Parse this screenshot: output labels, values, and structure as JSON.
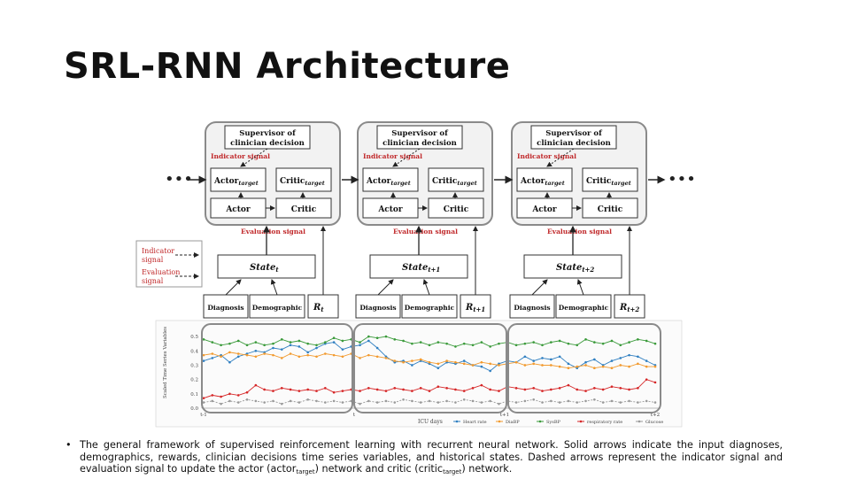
{
  "slide": {
    "title": "SRL-RNN Architecture"
  },
  "figure": {
    "blocks": [
      {
        "supervisor": "Supervisor of",
        "supervisor2": "clinician decision",
        "indicator": "Indicator signal",
        "actor_target": "Actor",
        "critic_target": "Critic",
        "target_sub": "target",
        "actor": "Actor",
        "critic": "Critic",
        "evaluation": "Evaluation signal",
        "state": "State",
        "state_sub": "t",
        "diagnosis": "Diagnosis",
        "demographic": "Demographic",
        "reward": "R",
        "reward_sub": "t"
      },
      {
        "supervisor": "Supervisor of",
        "supervisor2": "clinician decision",
        "indicator": "Indicator signal",
        "actor_target": "Actor",
        "critic_target": "Critic",
        "target_sub": "target",
        "actor": "Actor",
        "critic": "Critic",
        "evaluation": "Evaluation signal",
        "state": "State",
        "state_sub": "t+1",
        "diagnosis": "Diagnosis",
        "demographic": "Demographic",
        "reward": "R",
        "reward_sub": "t+1"
      },
      {
        "supervisor": "Supervisor of",
        "supervisor2": "clinician decision",
        "indicator": "Indicator signal",
        "actor_target": "Actor",
        "critic_target": "Critic",
        "target_sub": "target",
        "actor": "Actor",
        "critic": "Critic",
        "evaluation": "Evaluation signal",
        "state": "State",
        "state_sub": "t+2",
        "diagnosis": "Diagnosis",
        "demographic": "Demographic",
        "reward": "R",
        "reward_sub": "t+2"
      }
    ],
    "legend_box": {
      "indicator_1": "Indicator",
      "indicator_2": "signal",
      "evaluation_1": "Evaluation",
      "evaluation_2": "signal"
    },
    "colors": {
      "signal_red": "#c0282a",
      "block_border": "#8a8a8a",
      "block_fill": "#f2f2f2",
      "heart_rate": "#2f7fc1",
      "diabp": "#f29a2e",
      "sysbp": "#3a9a3a",
      "respiratory_rate": "#d62728",
      "glucose": "#9a9a9a"
    }
  },
  "chart_data": {
    "type": "line",
    "ylabel": "Scaled Time Series Variables",
    "xlabel": "ICU days",
    "ylim": [
      0.0,
      0.55
    ],
    "y_ticks": [
      "0.0",
      "0.1",
      "0.2",
      "0.3",
      "0.4",
      "0.5"
    ],
    "x_ticks": [
      "t-1",
      "t",
      "t+1",
      "t+2"
    ],
    "grid": false,
    "legend_position": "bottom-right",
    "series": [
      {
        "name": "Heart rate",
        "values": [
          0.33,
          0.35,
          0.37,
          0.32,
          0.36,
          0.38,
          0.4,
          0.39,
          0.42,
          0.41,
          0.44,
          0.43,
          0.39,
          0.42,
          0.45,
          0.46,
          0.41,
          0.43,
          0.44,
          0.47,
          0.42,
          0.36,
          0.32,
          0.33,
          0.3,
          0.33,
          0.31,
          0.28,
          0.32,
          0.31,
          0.33,
          0.3,
          0.29,
          0.26,
          0.31,
          0.33,
          0.32,
          0.36,
          0.33,
          0.35,
          0.34,
          0.36,
          0.31,
          0.28,
          0.32,
          0.34,
          0.3,
          0.33,
          0.35,
          0.37,
          0.36,
          0.33,
          0.3
        ]
      },
      {
        "name": "DiaBP",
        "values": [
          0.37,
          0.38,
          0.36,
          0.39,
          0.38,
          0.37,
          0.36,
          0.38,
          0.37,
          0.35,
          0.38,
          0.36,
          0.37,
          0.36,
          0.38,
          0.37,
          0.36,
          0.38,
          0.35,
          0.37,
          0.36,
          0.35,
          0.33,
          0.32,
          0.33,
          0.34,
          0.32,
          0.31,
          0.33,
          0.32,
          0.31,
          0.3,
          0.32,
          0.31,
          0.3,
          0.31,
          0.32,
          0.3,
          0.31,
          0.3,
          0.3,
          0.29,
          0.28,
          0.29,
          0.3,
          0.28,
          0.29,
          0.28,
          0.3,
          0.29,
          0.31,
          0.29,
          0.29
        ]
      },
      {
        "name": "SysBP",
        "values": [
          0.48,
          0.46,
          0.44,
          0.45,
          0.47,
          0.44,
          0.46,
          0.44,
          0.45,
          0.48,
          0.46,
          0.47,
          0.45,
          0.44,
          0.46,
          0.49,
          0.47,
          0.48,
          0.46,
          0.5,
          0.49,
          0.5,
          0.48,
          0.47,
          0.45,
          0.46,
          0.44,
          0.46,
          0.45,
          0.43,
          0.45,
          0.44,
          0.46,
          0.43,
          0.45,
          0.46,
          0.44,
          0.45,
          0.46,
          0.44,
          0.46,
          0.47,
          0.45,
          0.44,
          0.48,
          0.46,
          0.45,
          0.47,
          0.44,
          0.46,
          0.48,
          0.47,
          0.45
        ]
      },
      {
        "name": "respiratory rate",
        "values": [
          0.07,
          0.09,
          0.08,
          0.1,
          0.09,
          0.11,
          0.16,
          0.13,
          0.12,
          0.14,
          0.13,
          0.12,
          0.13,
          0.12,
          0.14,
          0.11,
          0.12,
          0.13,
          0.12,
          0.14,
          0.13,
          0.12,
          0.14,
          0.13,
          0.12,
          0.14,
          0.12,
          0.15,
          0.14,
          0.13,
          0.12,
          0.14,
          0.16,
          0.13,
          0.12,
          0.15,
          0.14,
          0.13,
          0.14,
          0.12,
          0.13,
          0.14,
          0.16,
          0.13,
          0.12,
          0.14,
          0.13,
          0.15,
          0.14,
          0.13,
          0.14,
          0.2,
          0.18
        ]
      },
      {
        "name": "Glucose",
        "values": [
          0.04,
          0.05,
          0.03,
          0.05,
          0.04,
          0.06,
          0.05,
          0.04,
          0.05,
          0.03,
          0.05,
          0.04,
          0.06,
          0.05,
          0.04,
          0.05,
          0.04,
          0.05,
          0.03,
          0.05,
          0.04,
          0.05,
          0.04,
          0.06,
          0.05,
          0.04,
          0.05,
          0.04,
          0.05,
          0.04,
          0.06,
          0.05,
          0.04,
          0.05,
          0.03,
          0.05,
          0.04,
          0.05,
          0.06,
          0.04,
          0.05,
          0.04,
          0.05,
          0.04,
          0.05,
          0.06,
          0.04,
          0.05,
          0.04,
          0.05,
          0.04,
          0.05,
          0.04
        ]
      }
    ]
  },
  "caption": {
    "bullet": "•",
    "text_1": "The general framework of supervised reinforcement learning with recurrent neural network. Solid arrows indicate the input diagnoses, demographics, rewards, clinician decisions time series variables, and historical states. Dashed arrows represent the indicator signal and evaluation signal to update the actor (actor",
    "sub_1": "target",
    "text_2": ") network and critic (critic",
    "sub_2": "target",
    "text_3": ") network."
  }
}
